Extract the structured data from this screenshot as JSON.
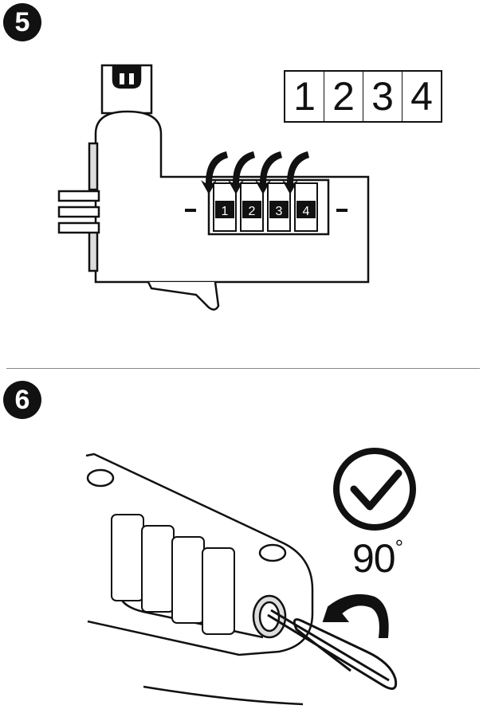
{
  "steps": [
    {
      "number": "5"
    },
    {
      "number": "6"
    }
  ],
  "step5": {
    "code_digits": [
      "1",
      "2",
      "3",
      "4"
    ],
    "icons": [
      "lock-body",
      "rotate-down-arrow",
      "combination-dials"
    ]
  },
  "step6": {
    "angle": "90",
    "degree_symbol": "°",
    "icons": [
      "checkmark-circle-icon",
      "rotate-arrow-icon",
      "paperclip-icon",
      "combination-dials"
    ]
  }
}
